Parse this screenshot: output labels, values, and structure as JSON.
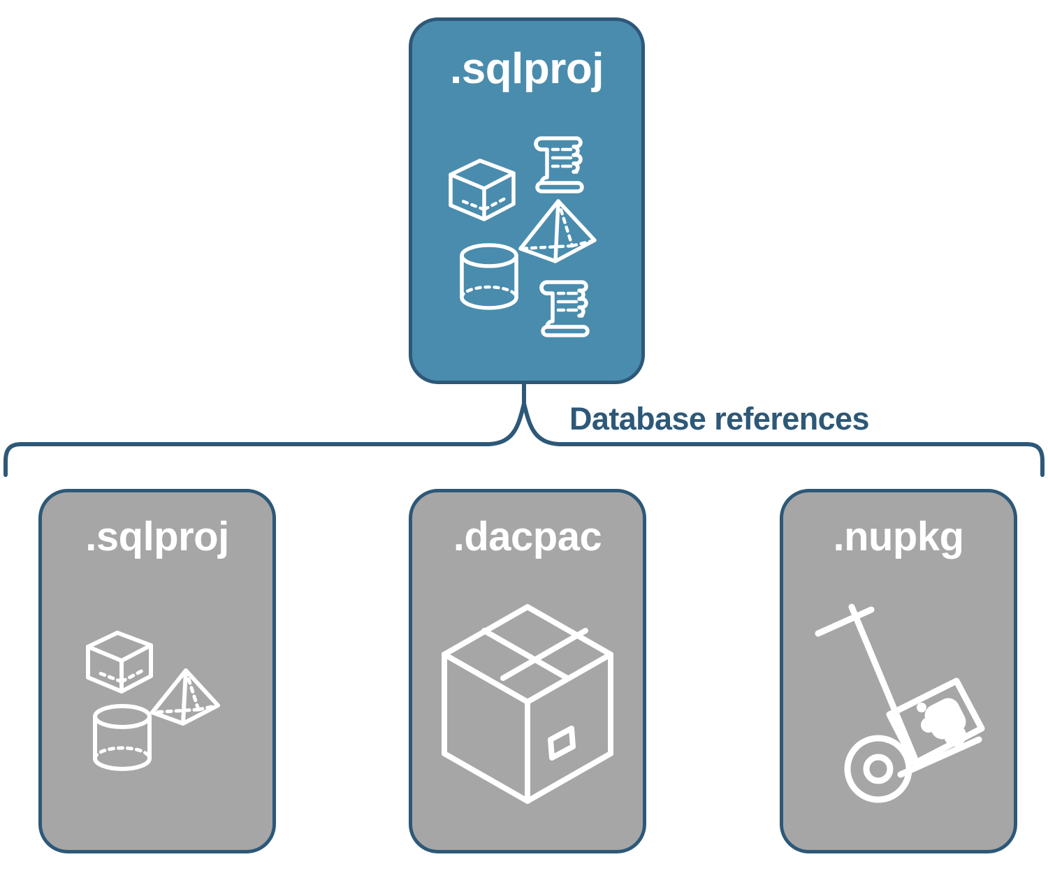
{
  "diagram": {
    "title_text": "Database references",
    "colors": {
      "accent_teal": "#4a8cad",
      "card_gray": "#a6a6a6",
      "outline_blue": "#2d5878",
      "icon_white": "#ffffff",
      "background": "#ffffff"
    },
    "connector_label": "Database references",
    "root": {
      "label": ".sqlproj",
      "fill": "#4a8cad",
      "icons": [
        {
          "name": "scroll-icon",
          "description": "rolled script document"
        },
        {
          "name": "cube-icon",
          "description": "wireframe 3D cube"
        },
        {
          "name": "pyramid-icon",
          "description": "wireframe 3D pyramid"
        },
        {
          "name": "cylinder-icon",
          "description": "wireframe 3D cylinder"
        },
        {
          "name": "scroll-icon",
          "description": "rolled script document"
        }
      ]
    },
    "children": [
      {
        "label": ".sqlproj",
        "fill": "#a6a6a6",
        "icons": [
          {
            "name": "cube-icon",
            "description": "wireframe 3D cube"
          },
          {
            "name": "pyramid-icon",
            "description": "wireframe 3D pyramid"
          },
          {
            "name": "cylinder-icon",
            "description": "wireframe 3D cylinder"
          }
        ]
      },
      {
        "label": ".dacpac",
        "fill": "#a6a6a6",
        "icons": [
          {
            "name": "package-box-icon",
            "description": "taped shipping carton"
          }
        ]
      },
      {
        "label": ".nupkg",
        "fill": "#a6a6a6",
        "icons": [
          {
            "name": "hand-truck-icon",
            "description": "dolly carrying a package"
          }
        ]
      }
    ]
  }
}
